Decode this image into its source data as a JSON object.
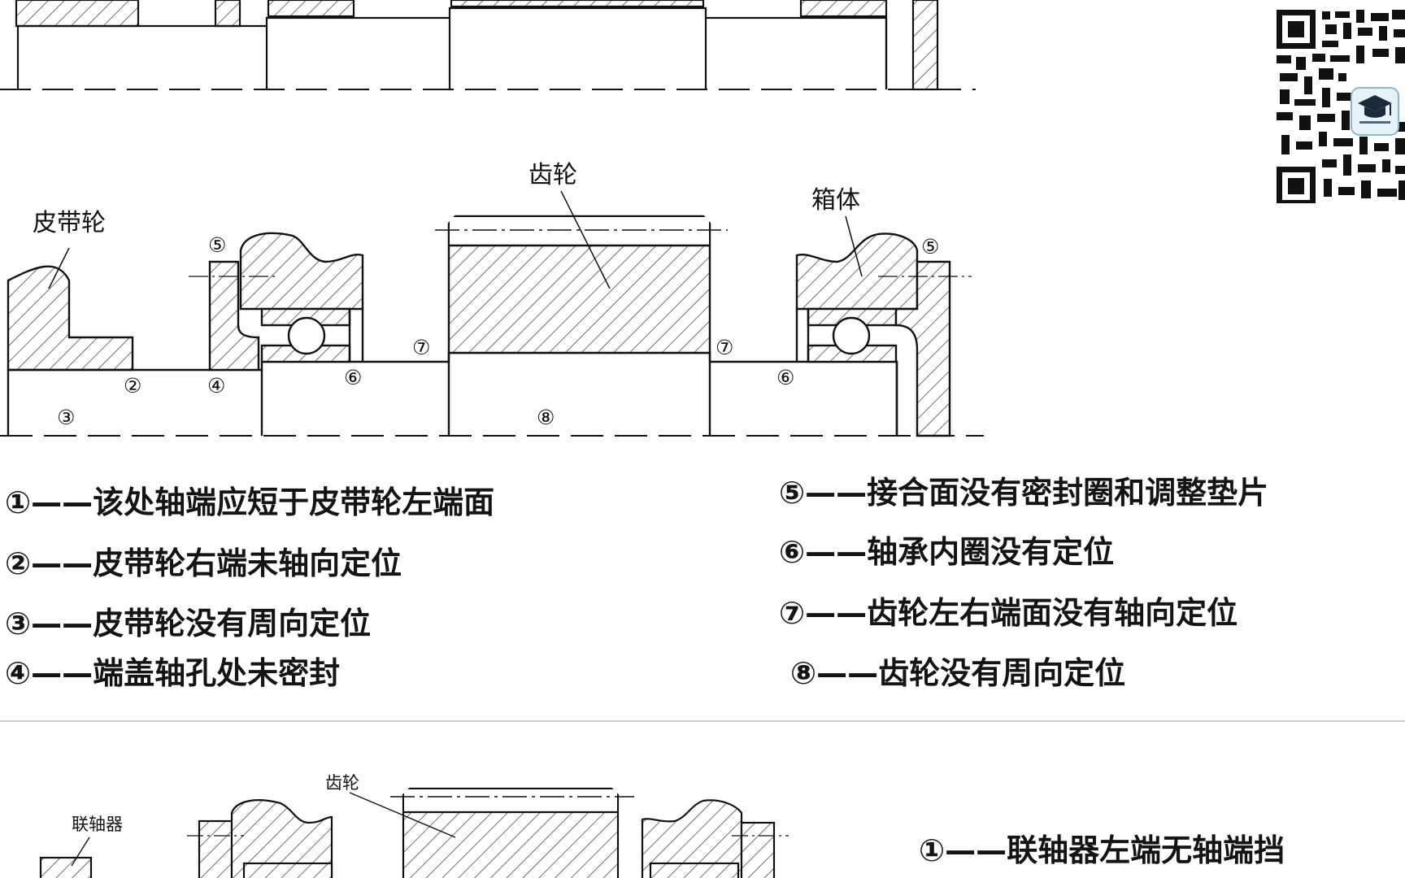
{
  "diagram1": {
    "labels": {
      "pulley": "皮带轮",
      "gear": "齿轮",
      "housing": "箱体"
    },
    "markers": [
      "②",
      "③",
      "④",
      "⑤",
      "⑤",
      "⑥",
      "⑥",
      "⑦",
      "⑦",
      "⑧"
    ]
  },
  "legend_left": [
    "①——该处轴端应短于皮带轮左端面",
    "②——皮带轮右端未轴向定位",
    "③——皮带轮没有周向定位",
    "④——端盖轴孔处未密封"
  ],
  "legend_right": [
    "⑤——接合面没有密封圈和调整垫片",
    "⑥——轴承内圈没有定位",
    "⑦——齿轮左右端面没有轴向定位",
    "⑧——齿轮没有周向定位"
  ],
  "diagram2": {
    "labels": {
      "coupling": "联轴器",
      "gear": "齿轮"
    },
    "legend": [
      "①——联轴器左端无轴端挡"
    ]
  },
  "qr": {
    "badge_icon": "graduation-cap-icon"
  }
}
